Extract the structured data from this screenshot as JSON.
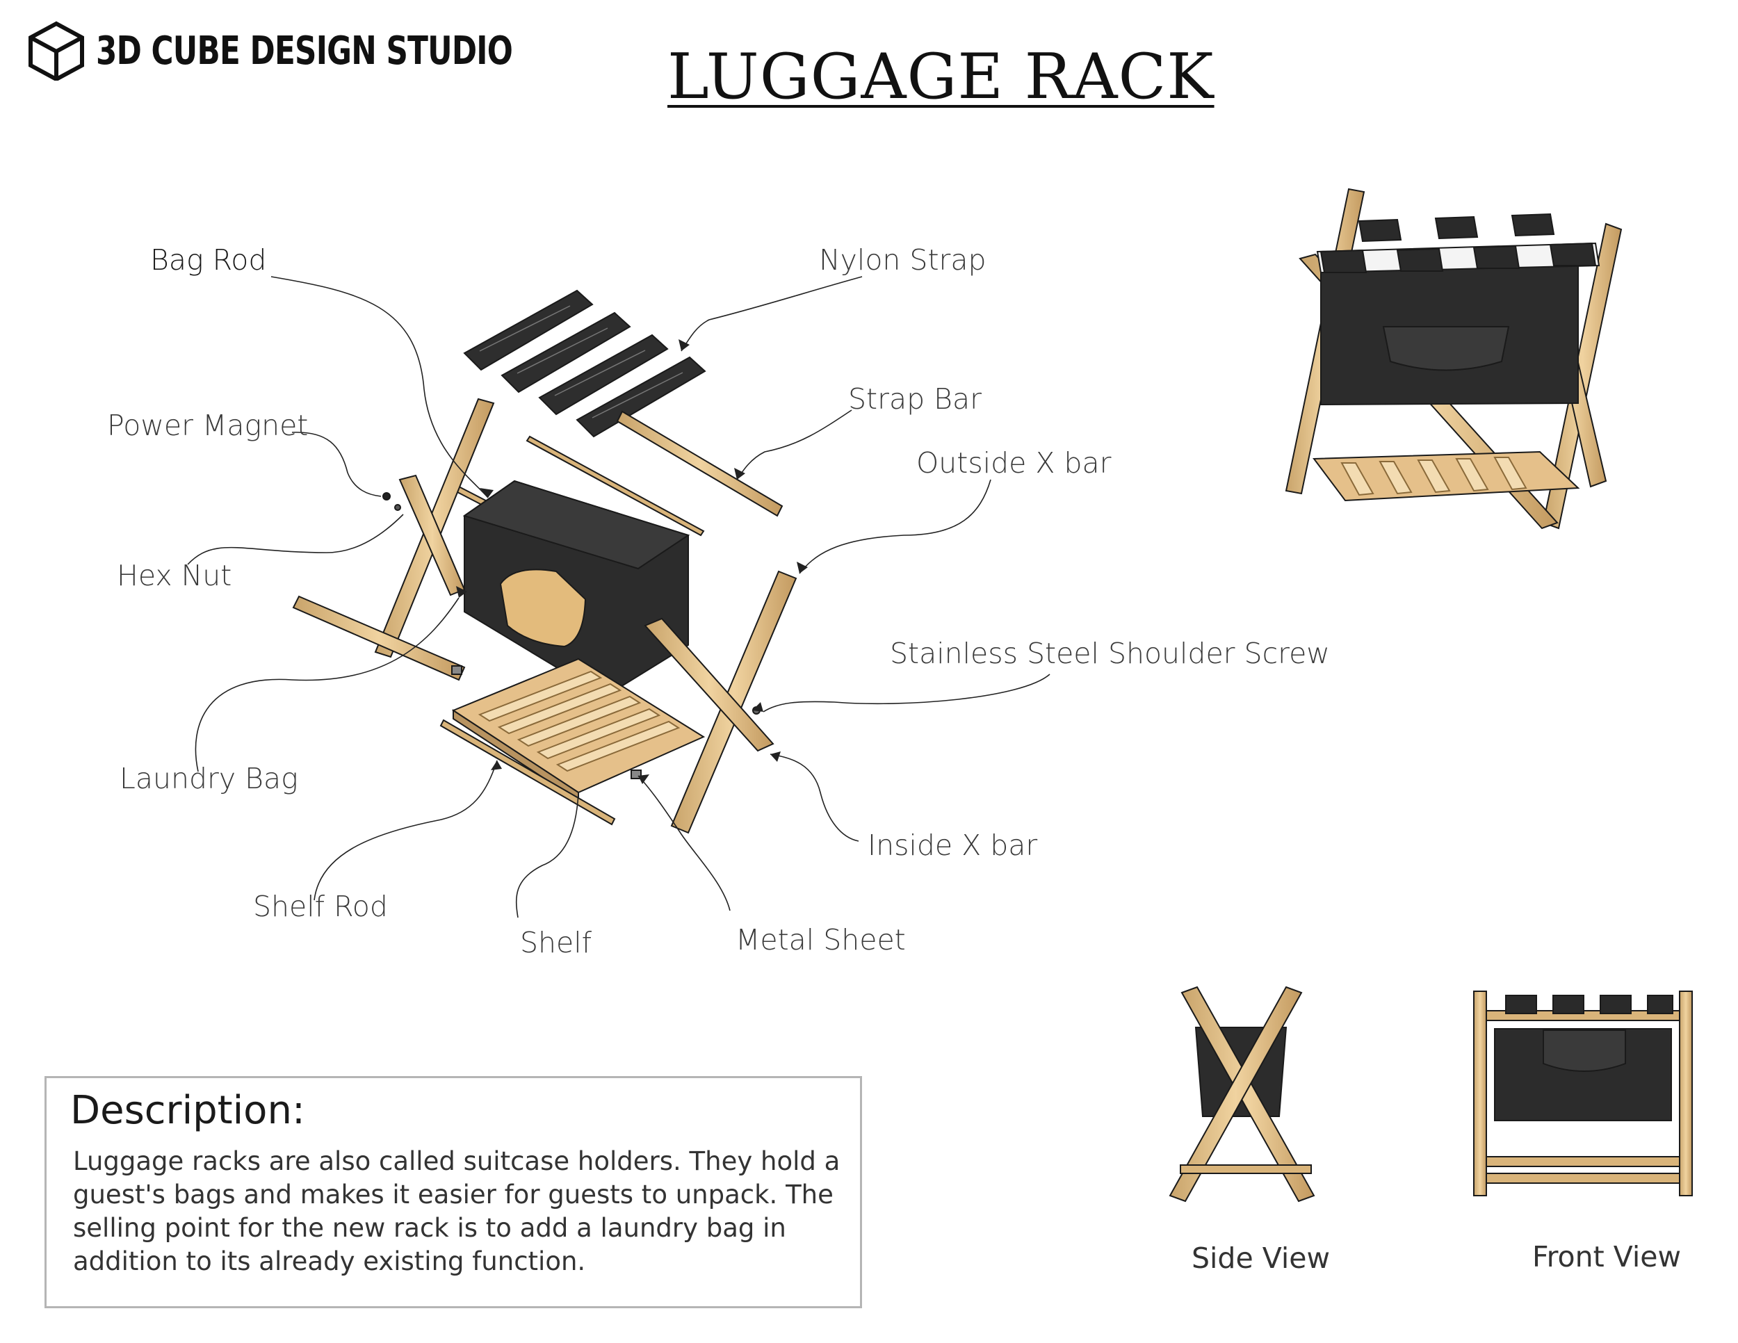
{
  "header": {
    "studio_name": "3D CUBE DESIGN STUDIO",
    "title": "LUGGAGE RACK"
  },
  "callouts": {
    "bag_rod": "Bag Rod",
    "nylon_strap": "Nylon Strap",
    "power_magnet": "Power Magnet",
    "strap_bar": "Strap Bar",
    "outside_x_bar": "Outside X bar",
    "hex_nut": "Hex Nut",
    "shoulder_screw": "Stainless Steel Shoulder Screw",
    "laundry_bag": "Laundry Bag",
    "inside_x_bar": "Inside X bar",
    "shelf_rod": "Shelf Rod",
    "shelf": "Shelf",
    "metal_sheet": "Metal Sheet"
  },
  "views": {
    "side_view": "Side View",
    "front_view": "Front View"
  },
  "description": {
    "heading": "Description:",
    "body": "Luggage racks are also called suitcase holders. They hold a guest's bags and makes it easier for guests to unpack. The selling point for the new rack is to add a laundry bag in addition to its already existing function."
  },
  "colors": {
    "wood": "#e6c48e",
    "wood_dark": "#b89360",
    "fabric": "#2b2b2b",
    "outline": "#1a1a1a"
  }
}
